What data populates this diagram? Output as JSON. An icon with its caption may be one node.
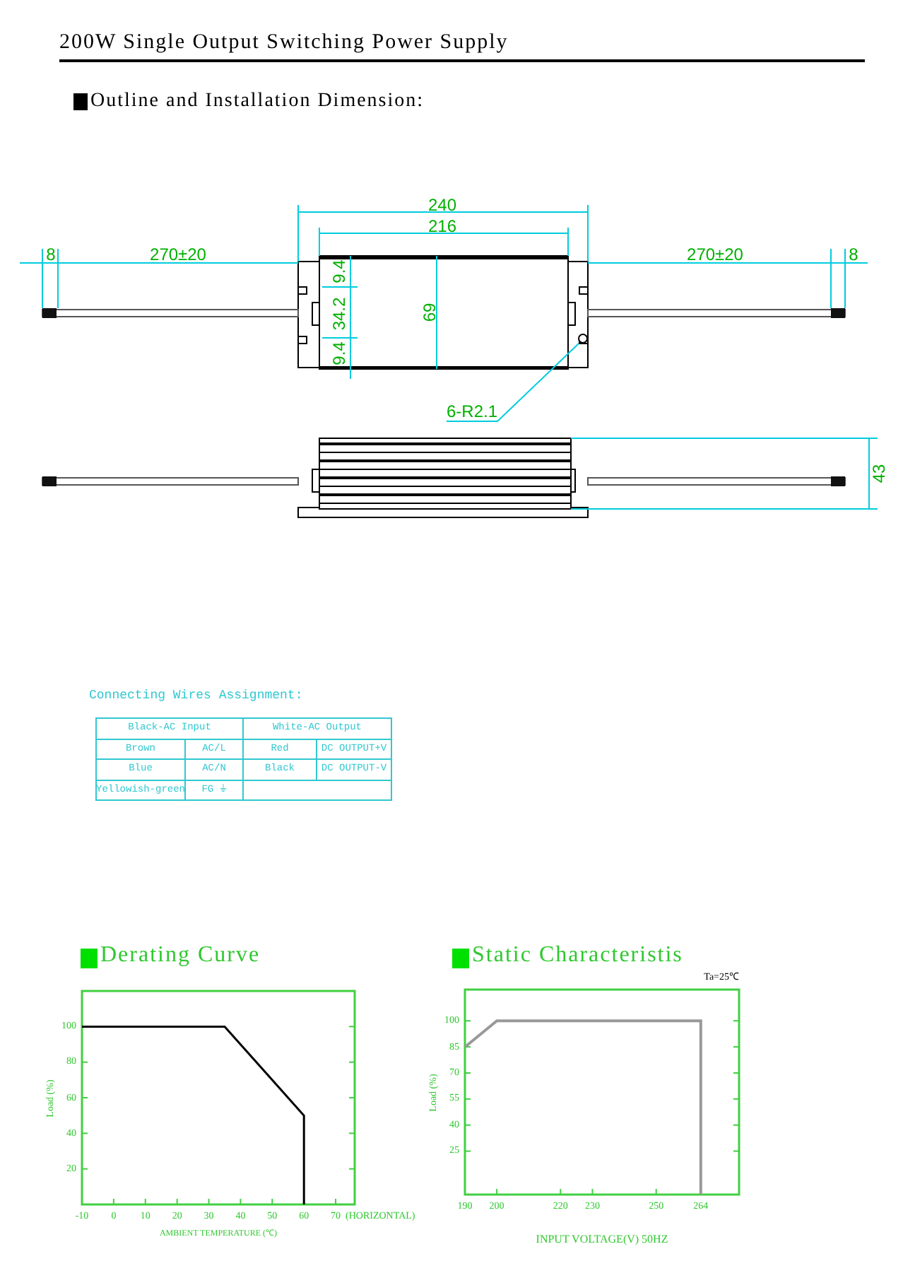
{
  "diagram": {
    "title": "200W Single Output Switching Power Supply",
    "nodes": [
      {
        "text": [
          "6-R2.1"
        ]
      },
      {
        "text": [],
        "shape": "circle"
      }
    ],
    "edges": [
      {
        "from": 0,
        "to": 1,
        "arrow": "none"
      }
    ],
    "labels": [
      "Outline and Installation Dimension:",
      "240",
      "216",
      "8",
      "270±20",
      "270±20",
      "8",
      "9.4",
      "34.2",
      "69",
      "9.4",
      "43",
      "Connecting Wires Assignment:",
      "Black-AC Input",
      "White-AC Output",
      "Brown",
      "AC/L",
      "Red",
      "DC OUTPUT+V",
      "Blue",
      "AC/N",
      "Black",
      "DC OUTPUT-V",
      "Yellowish-green",
      "FG ⏚"
    ],
    "chart_data": [
      {
        "type": "line",
        "title": "Derating Curve",
        "xlabel": "AMBIENT TEMPERATURE (℃)",
        "ylabel": "Load (%)",
        "x": [
          -10,
          35,
          60,
          60
        ],
        "series": [
          {
            "color": "#000000",
            "values": [
              100,
              100,
              50,
              0
            ]
          }
        ],
        "xlim": [
          -10,
          76
        ],
        "ylim": [
          0,
          120
        ],
        "xticks": [
          -10,
          0,
          10,
          20,
          30,
          40,
          50,
          60,
          70
        ],
        "yticks": [
          20,
          40,
          60,
          80,
          100
        ],
        "annotations": [
          {
            "text": "(HORIZONTAL)"
          }
        ]
      },
      {
        "type": "line",
        "title": "Static Characteristis",
        "xlabel": "INPUT VOLTAGE(V) 50HZ",
        "ylabel": "Load (%)",
        "x": [
          190,
          200,
          264,
          264
        ],
        "series": [
          {
            "color": "#999999",
            "values": [
              85,
              100,
              100,
              0
            ]
          }
        ],
        "xlim": [
          190,
          276
        ],
        "ylim": [
          0,
          118
        ],
        "xticks": [
          190,
          200,
          220,
          230,
          250,
          264
        ],
        "yticks": [
          25,
          40,
          55,
          70,
          85,
          100
        ],
        "annotations": [
          {
            "text": "Ta=25℃"
          }
        ]
      }
    ]
  }
}
